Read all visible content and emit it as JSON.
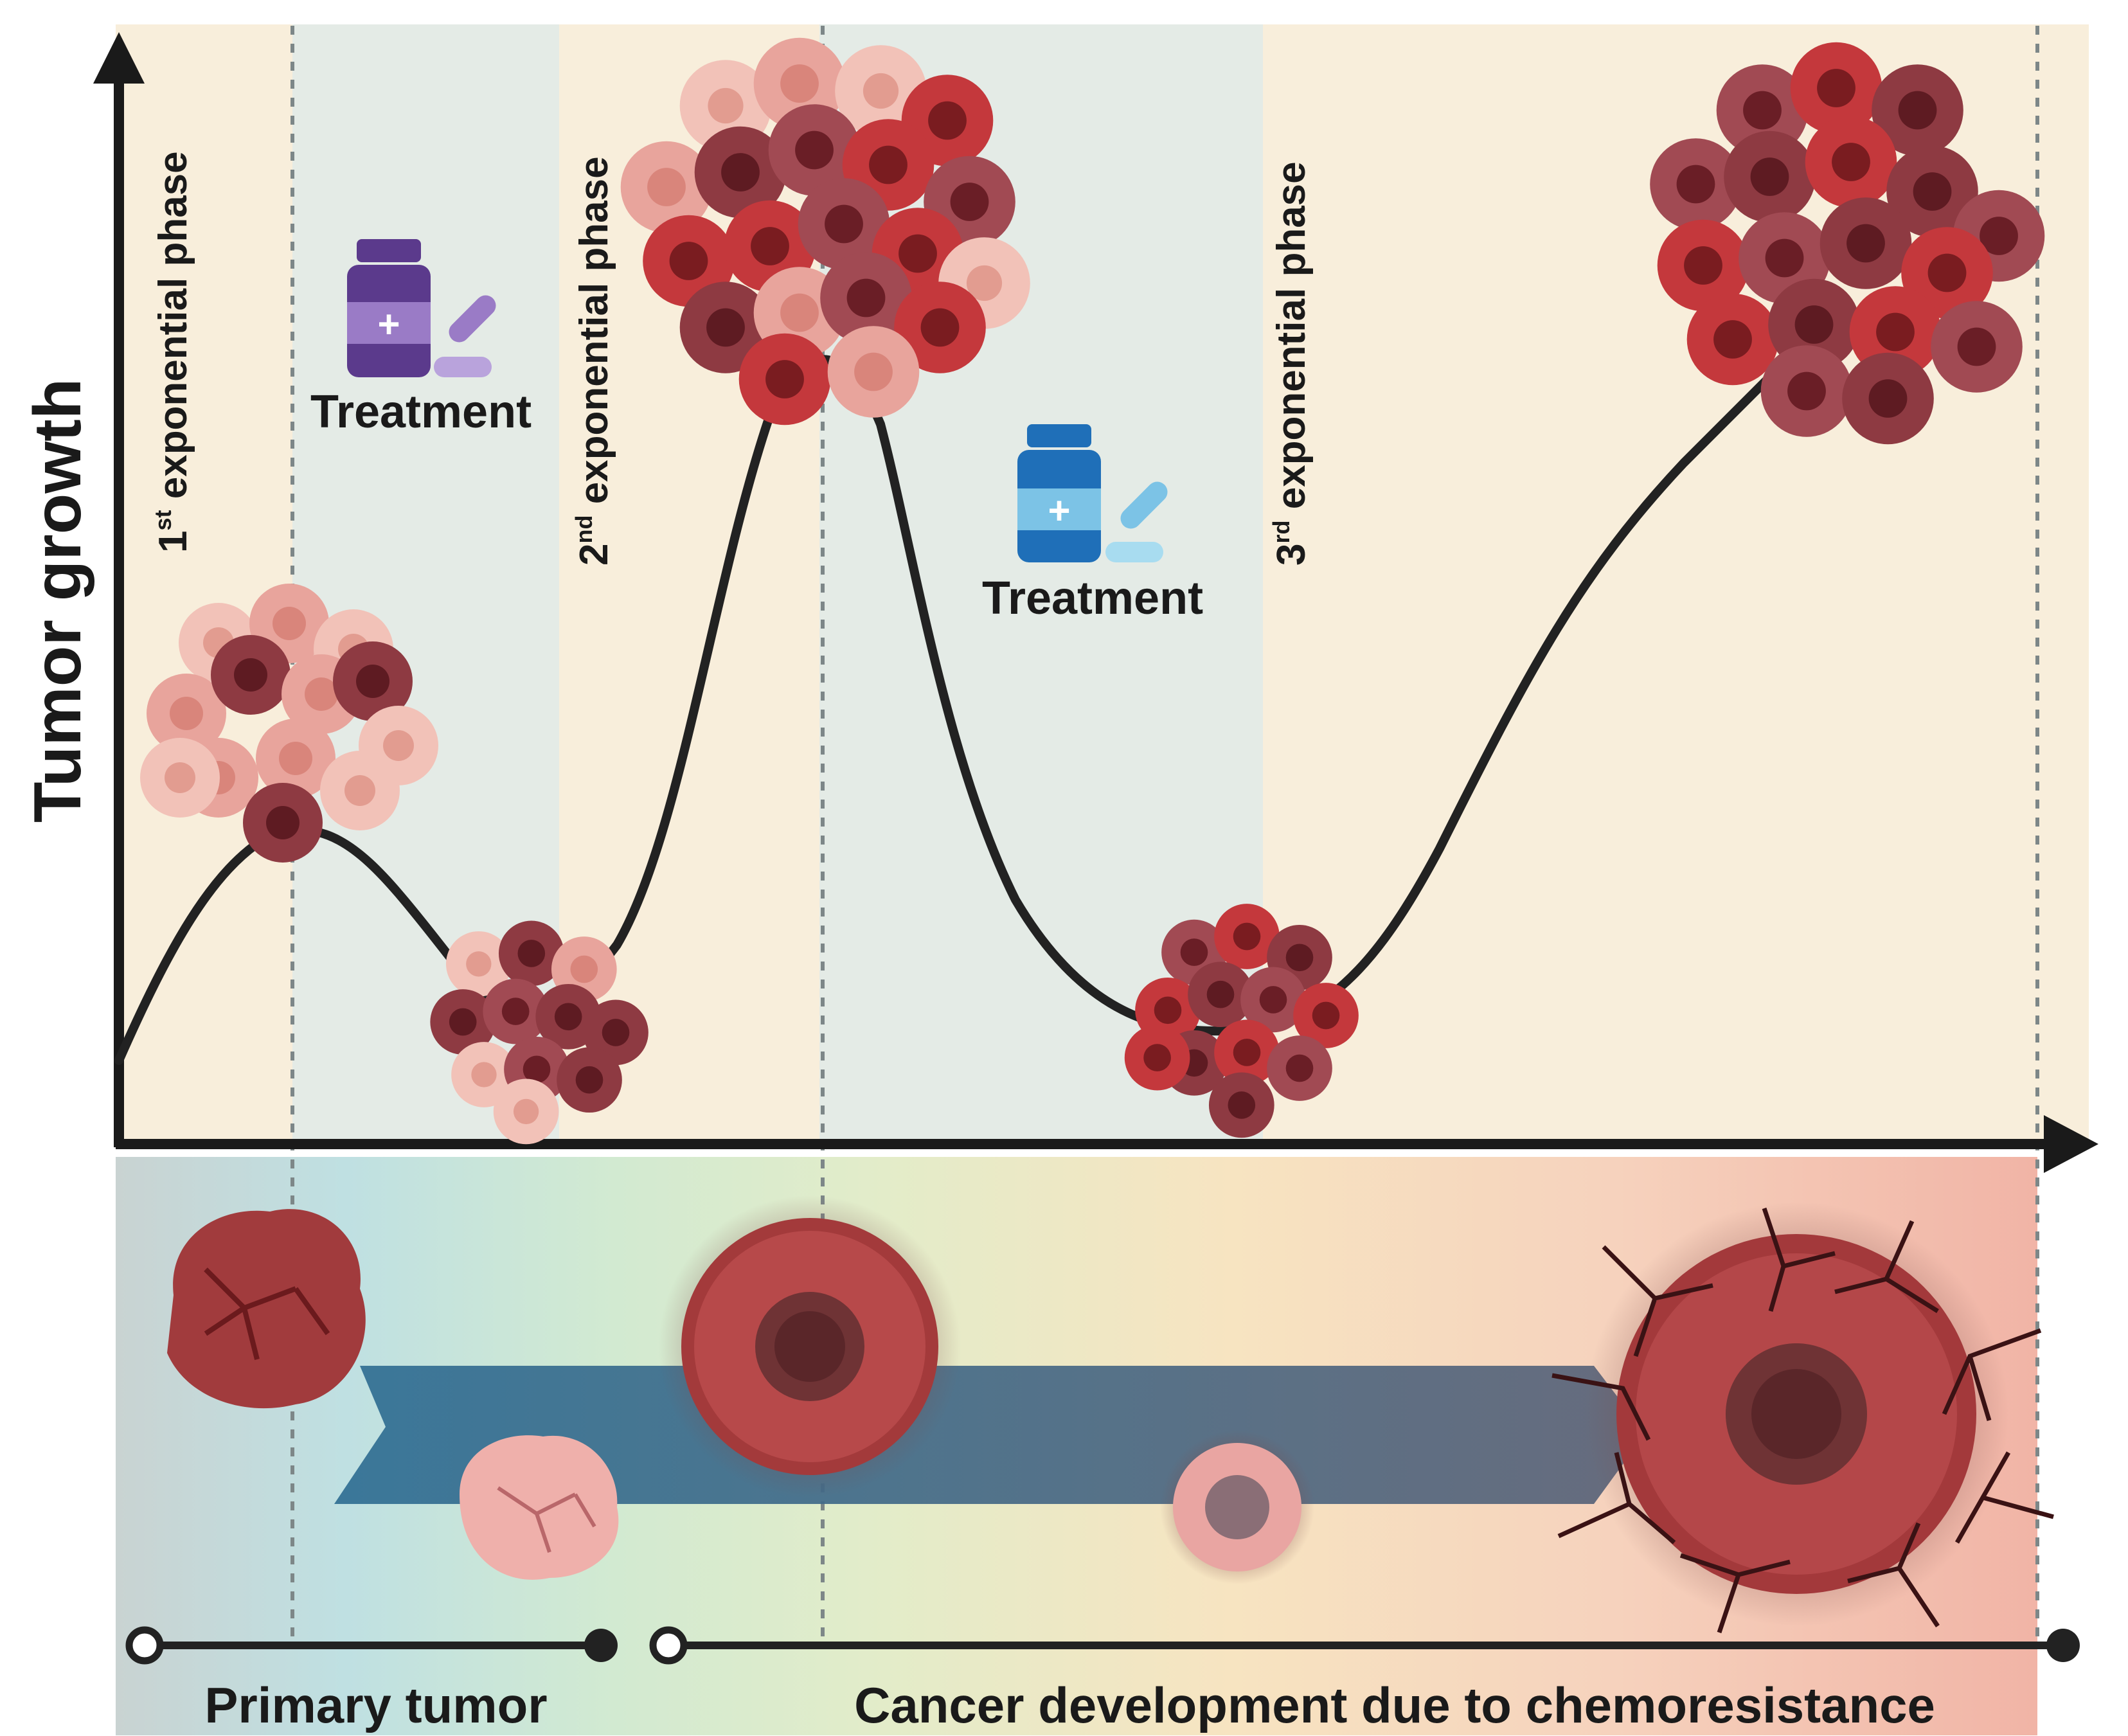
{
  "axis": {
    "y_label": "Tumor growth"
  },
  "phases": [
    {
      "ordinal": "1",
      "suffix": "st",
      "text": " exponential phase"
    },
    {
      "ordinal": "2",
      "suffix": "nd",
      "text": " exponential phase"
    },
    {
      "ordinal": "3",
      "suffix": "rd",
      "text": " exponential phase"
    }
  ],
  "treatments": [
    {
      "label": "Treatment",
      "color": "#6b3fa0",
      "pill_color": "#9b7fc8"
    },
    {
      "label": "Treatment",
      "color": "#1f6fb8",
      "pill_color": "#7cc3e6"
    }
  ],
  "timeline": {
    "primary_label": "Primary tumor",
    "chemo_label": "Cancer development due to chemoresistance"
  },
  "colors": {
    "cream": "#f8eedb",
    "teal": "#e4ebe6",
    "curve": "#222222",
    "arrow_band": "#3e6b8c"
  }
}
